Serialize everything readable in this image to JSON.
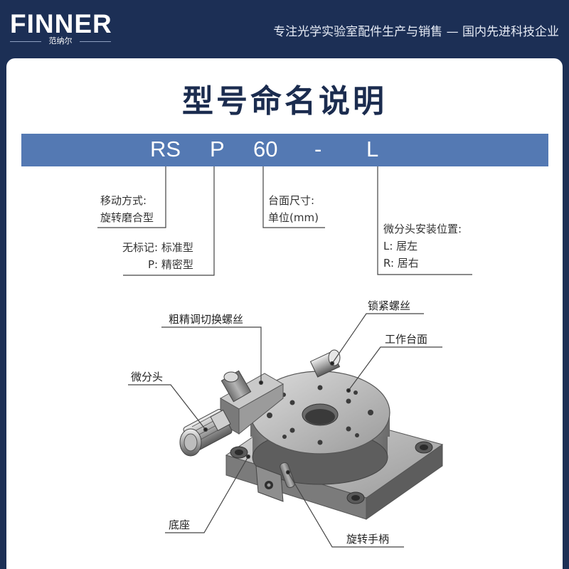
{
  "header": {
    "logo": "FINNER",
    "logo_sub": "范纳尔",
    "tagline": "专注光学实验室配件生产与销售 — 国内先进科技企业"
  },
  "title": "型号命名说明",
  "model_code": {
    "part1": "RS",
    "part2": "P",
    "part3": "60",
    "part4": "-",
    "part5": "L"
  },
  "annotations": {
    "motion": {
      "line1": "移动方式:",
      "line2": "旋转磨合型"
    },
    "precision": {
      "line1": "无标记: 标准型",
      "line2": "P: 精密型"
    },
    "table_size": {
      "line1": "台面尺寸:",
      "line2": "单位(mm)"
    },
    "micrometer_position": {
      "line1": "微分头安装位置:",
      "line2": "L: 居左",
      "line3": "R: 居右"
    }
  },
  "parts": {
    "coarse_fine_screw": "粗精调切换螺丝",
    "lock_screw": "锁紧螺丝",
    "work_table": "工作台面",
    "micrometer": "微分头",
    "base": "底座",
    "rotation_handle": "旋转手柄"
  },
  "colors": {
    "background": "#1c2f55",
    "accent_bar": "#5479b3",
    "title": "#1b2c4f"
  }
}
